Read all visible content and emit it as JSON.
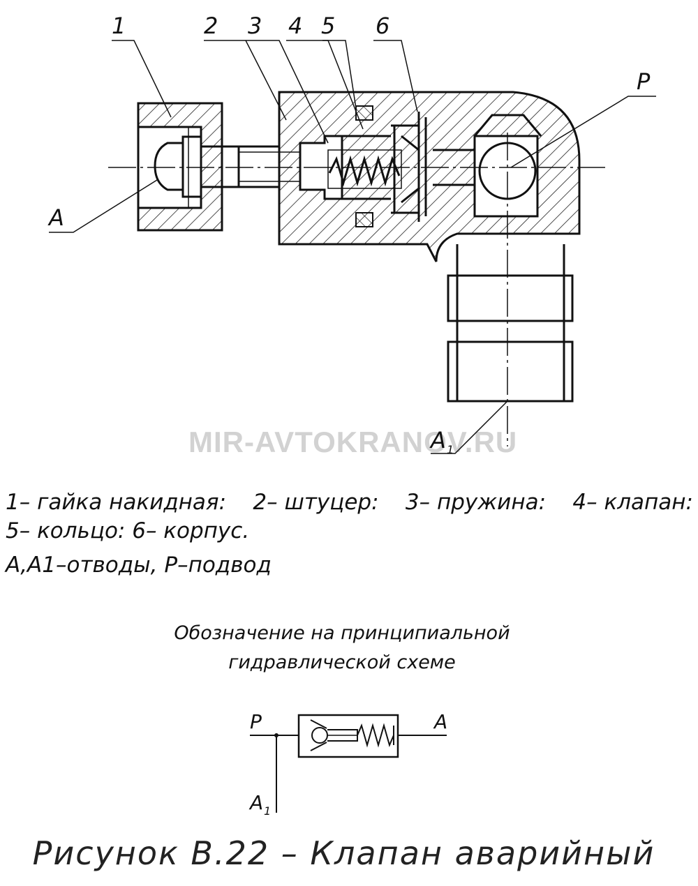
{
  "callouts": {
    "n1": "1",
    "n2": "2",
    "n3": "3",
    "n4": "4",
    "n5": "5",
    "n6": "6",
    "a": "A",
    "p": "P",
    "a1": "A",
    "a1_sub": "1"
  },
  "watermark": "MIR-AVTOKRANOV.RU",
  "legend": {
    "line1": [
      "1– гайка накидная:",
      "2– штуцер:",
      "3– пружина:",
      "4– клапан:"
    ],
    "line2": "5– кольцо: 6– корпус.",
    "line3": "А,А1–отводы, Р–подвод"
  },
  "caption": {
    "line1": "Обозначение на принципиальной",
    "line2": "гидравлической схеме"
  },
  "symbol": {
    "p": "P",
    "a": "A",
    "a1": "A",
    "a1_sub": "1"
  },
  "figure_title": "Рисунок В.22  –  Клапан аварийный"
}
